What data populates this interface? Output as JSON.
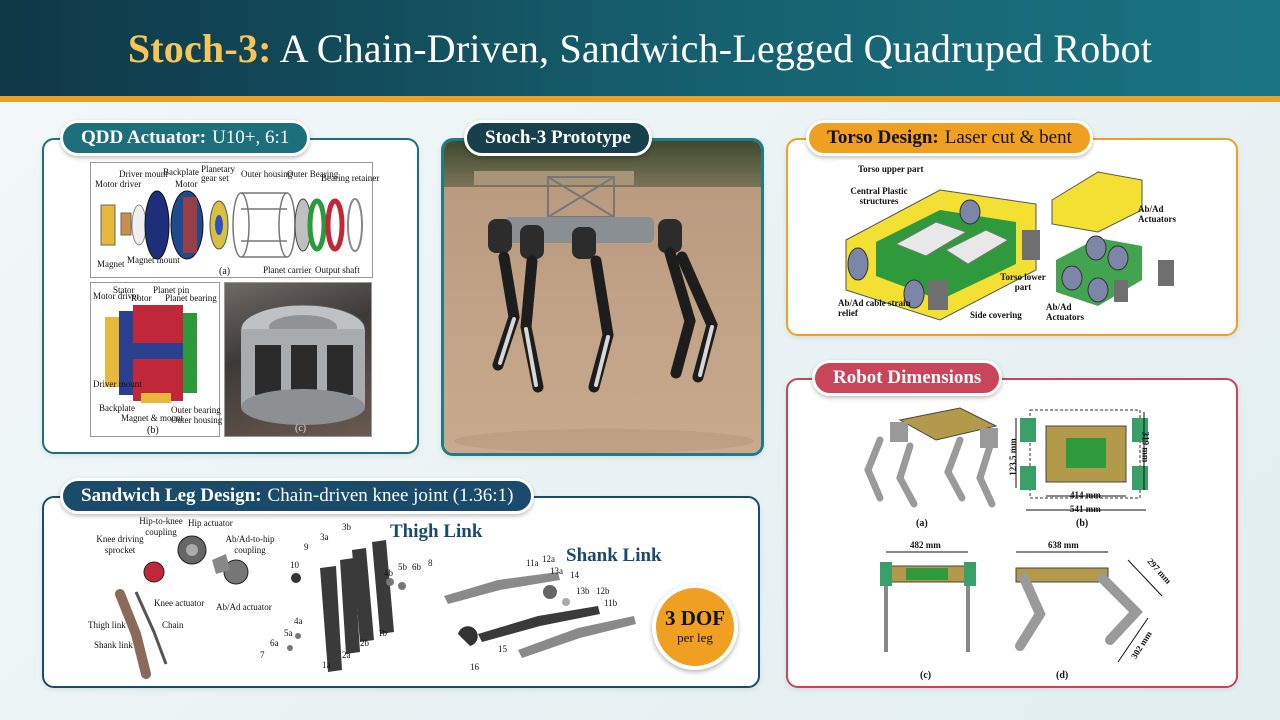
{
  "header": {
    "title_highlight": "Stoch-3:",
    "title_rest": "A Chain-Driven, Sandwich-Legged Quadruped Robot"
  },
  "colors": {
    "header_dark": "#0f3746",
    "header_light": "#1a7482",
    "accent_orange": "#f0a020",
    "teal": "#1e6f7c",
    "navy": "#1b4b6b",
    "crimson": "#c8455a",
    "title_gold": "#f6c659"
  },
  "actuator": {
    "pill_bold": "QDD Actuator:",
    "pill_rest": "U10+, 6:1",
    "fig_a_labels": [
      "Motor driver",
      "Driver mount",
      "Backplate",
      "Motor",
      "Planetary gear set",
      "Outer housing",
      "Outer Bearing",
      "Bearing retainer",
      "Magnet",
      "Magnet mount",
      "Planet carrier",
      "Output shaft"
    ],
    "fig_b_labels": [
      "Motor driver",
      "Stator",
      "Rotor",
      "Planet pin",
      "Planet bearing",
      "Driver mount",
      "Backplate",
      "Magnet & mount",
      "Outer bearing",
      "Outer housing"
    ],
    "cap_a": "(a)",
    "cap_b": "(b)",
    "cap_c": "(c)"
  },
  "prototype": {
    "pill": "Stoch-3 Prototype"
  },
  "torso": {
    "pill_bold": "Torso Design:",
    "pill_rest": "Laser cut & bent",
    "labels": [
      "Torso upper part",
      "Central Plastic structures",
      "Torso lower part",
      "Ab/Ad cable strain relief",
      "Side covering",
      "Ab/Ad Actuators",
      "Ab/Ad Actuators"
    ]
  },
  "dimensions": {
    "pill": "Robot Dimensions",
    "measures": [
      "123.5 mm",
      "319 mm",
      "414 mm",
      "541 mm",
      "482 mm",
      "638 mm",
      "297 mm",
      "302 mm"
    ],
    "caps": [
      "(a)",
      "(b)",
      "(c)",
      "(d)"
    ]
  },
  "leg": {
    "pill_bold": "Sandwich Leg Design:",
    "pill_rest": "Chain-driven knee joint (1.36:1)",
    "labels": [
      "Hip-to-knee coupling",
      "Hip actuator",
      "Knee driving sprocket",
      "Ab/Ad-to-hip coupling",
      "Knee actuator",
      "Ab/Ad actuator",
      "Thigh link",
      "Chain",
      "Shank link"
    ],
    "thigh_title": "Thigh Link",
    "shank_title": "Shank Link",
    "part_numbers": [
      "1a",
      "1b",
      "2a",
      "2b",
      "3a",
      "3b",
      "4a",
      "4b",
      "5a",
      "5b",
      "6a",
      "6b",
      "7",
      "8",
      "9",
      "10",
      "11a",
      "11b",
      "12a",
      "12b",
      "13a",
      "13b",
      "14",
      "15",
      "16"
    ],
    "dof_big": "3 DOF",
    "dof_small": "per leg"
  }
}
